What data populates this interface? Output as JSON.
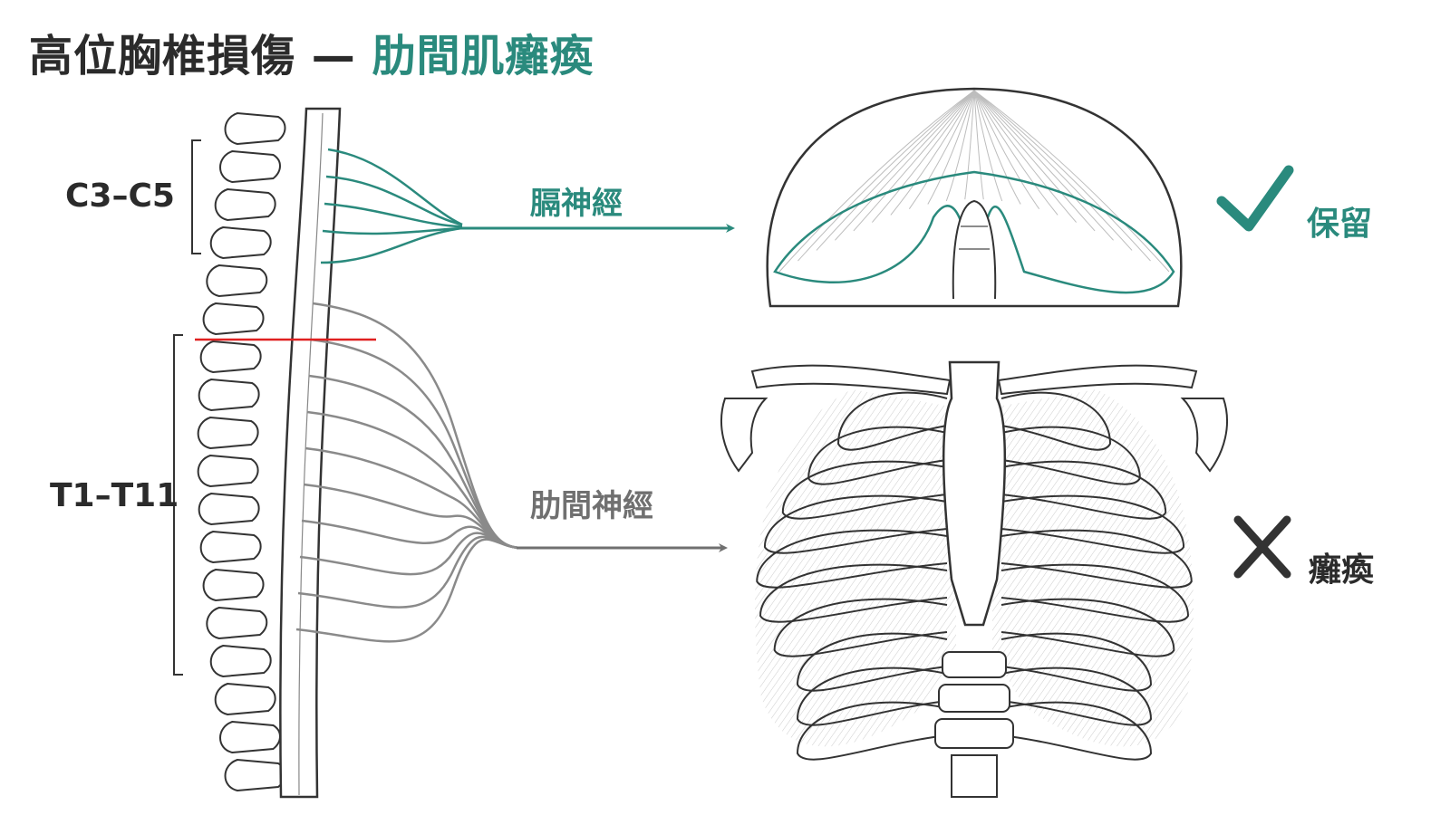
{
  "title": {
    "main": "高位胸椎損傷",
    "dash": "—",
    "accent": "肋間肌癱瘓"
  },
  "spine_labels": {
    "cervical": "C3–C5",
    "thoracic": "T1–T11"
  },
  "nerves": {
    "phrenic": "膈神經",
    "intercostal": "肋間神經"
  },
  "status": {
    "preserved": "保留",
    "paralyzed": "癱瘓"
  },
  "colors": {
    "accent": "#2a8a7d",
    "dark": "#2b2b2b",
    "gray_nerve": "#8a8a8a",
    "gray_arrow": "#707070",
    "lesion": "#e02020"
  },
  "icons": {
    "check": "check-icon",
    "cross": "cross-icon"
  }
}
